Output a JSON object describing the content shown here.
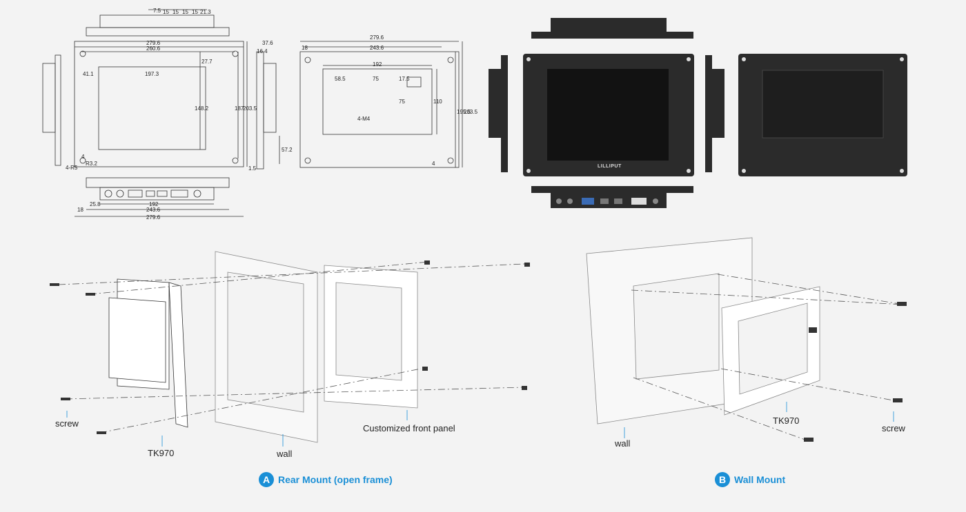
{
  "drawing": {
    "top_strip_dims": [
      "7.5",
      "15",
      "15",
      "15",
      "15",
      "21.3"
    ],
    "front": {
      "w_outer": "279.6",
      "w_cut": "260.6",
      "left": "41.1",
      "screen_w": "197.3",
      "top": "27.7",
      "screen_h": "148.2",
      "h_cut": "187",
      "h_outer": "203.5",
      "hole": "4",
      "hole_label": "4-R5",
      "radius": "R3.2"
    },
    "side": {
      "depth": "37.6",
      "depth2": "16.4",
      "h": "57.2",
      "flange": "1.5"
    },
    "rear": {
      "w_outer": "279.6",
      "margin": "18",
      "w_in": "243.6",
      "box_w": "192",
      "p1": "58.5",
      "p2": "75",
      "p3": "17.5",
      "p4": "75",
      "h1": "110",
      "h2": "195.5",
      "h3": "203.5",
      "holes": "4-M4",
      "flange": "4"
    },
    "bottom": {
      "d1": "25.8",
      "d2": "192",
      "d3": "18",
      "d4": "243.6",
      "d5": "279.6"
    }
  },
  "product": {
    "brand": "LILLIPUT"
  },
  "mount_a": {
    "caption_letter": "A",
    "caption": "Rear Mount (open frame)",
    "labels": {
      "screw": "screw",
      "model": "TK970",
      "wall": "wall",
      "panel": "Customized front panel"
    }
  },
  "mount_b": {
    "caption_letter": "B",
    "caption": "Wall Mount",
    "labels": {
      "wall": "wall",
      "model": "TK970",
      "screw": "screw"
    }
  },
  "colors": {
    "accent": "#1a8fd6",
    "line": "#333333",
    "device": "#2b2b2b"
  }
}
